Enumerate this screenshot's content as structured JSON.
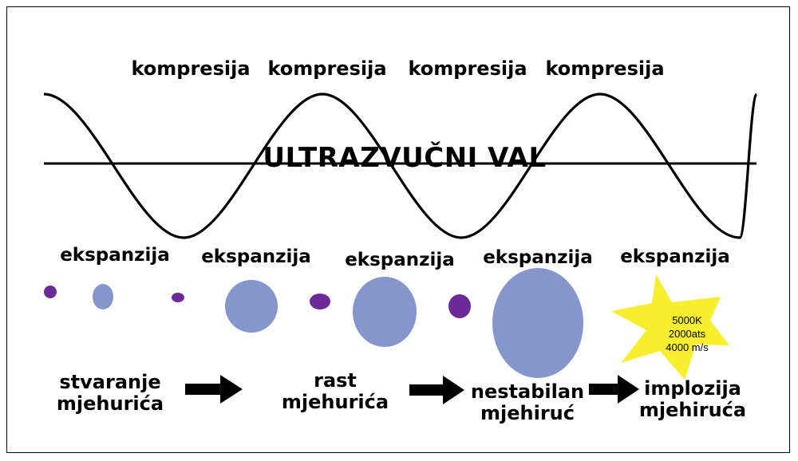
{
  "wave": {
    "title": "ULTRAZVUČNI VAL",
    "compression_labels": [
      "kompresija",
      "kompresija",
      "kompresija",
      "kompresija"
    ],
    "expansion_labels": [
      "ekspanzija",
      "ekspanzija",
      "ekspanzija",
      "ekspanzija",
      "ekspanzija"
    ]
  },
  "stages": [
    {
      "line1": "stvaranje",
      "line2": "mjehurića"
    },
    {
      "line1": "rast",
      "line2": "mjehurića"
    },
    {
      "line1": "nestabilan",
      "line2": "mjehiruć"
    },
    {
      "line1": "implozija",
      "line2": "mjehiruća"
    }
  ],
  "implosion": {
    "temperature": "5000K",
    "pressure": "2000ats",
    "speed": "4000 m/s"
  },
  "colors": {
    "bubble": "#8596cc",
    "bubble_small": "#6b2a98",
    "burst": "#f7ee2e",
    "line": "#000000"
  }
}
